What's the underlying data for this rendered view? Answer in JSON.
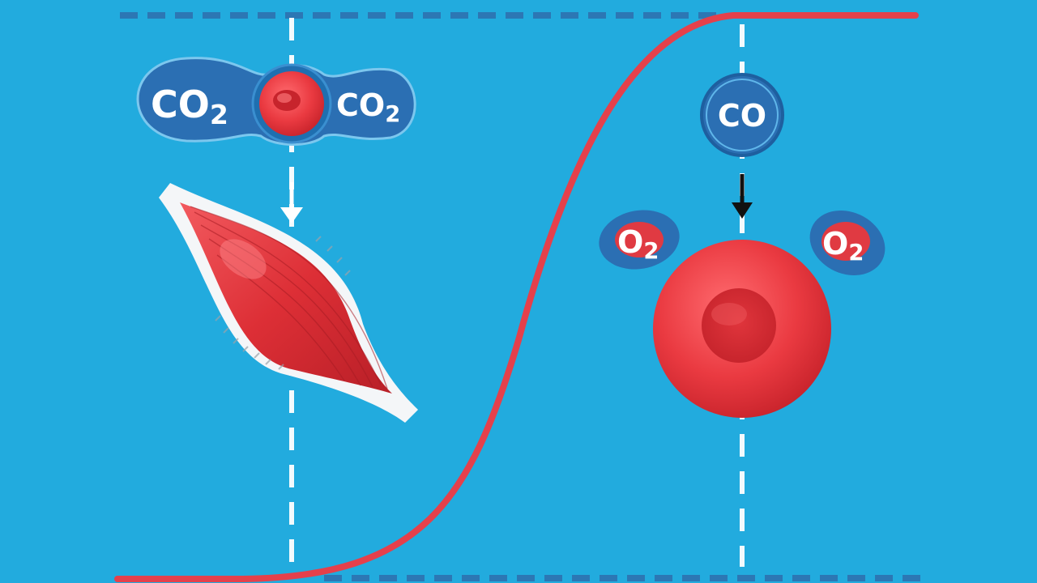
{
  "colors": {
    "background": "#22abde",
    "curve": "#e5404b",
    "dashed_guides": "#2c77b4",
    "bubble_fill": "#2b6fb3",
    "cell_red": "#e8363e",
    "muscle_red": "#d92b33"
  },
  "labels": {
    "left_co2_main": "CO",
    "left_co2_sub": "2",
    "right_co2_main": "CO",
    "right_co2_sub": "2",
    "co": "CO",
    "o2_left_main": "O",
    "o2_left_sub": "2",
    "o2_right_main": "O",
    "o2_right_sub": "2"
  },
  "icons": {
    "muscle": "muscle-fiber-icon",
    "small_cell": "red-blood-cell-icon",
    "large_cell": "red-blood-cell-icon",
    "white_arrow": "arrow-down-icon",
    "black_arrow": "arrow-down-icon"
  }
}
